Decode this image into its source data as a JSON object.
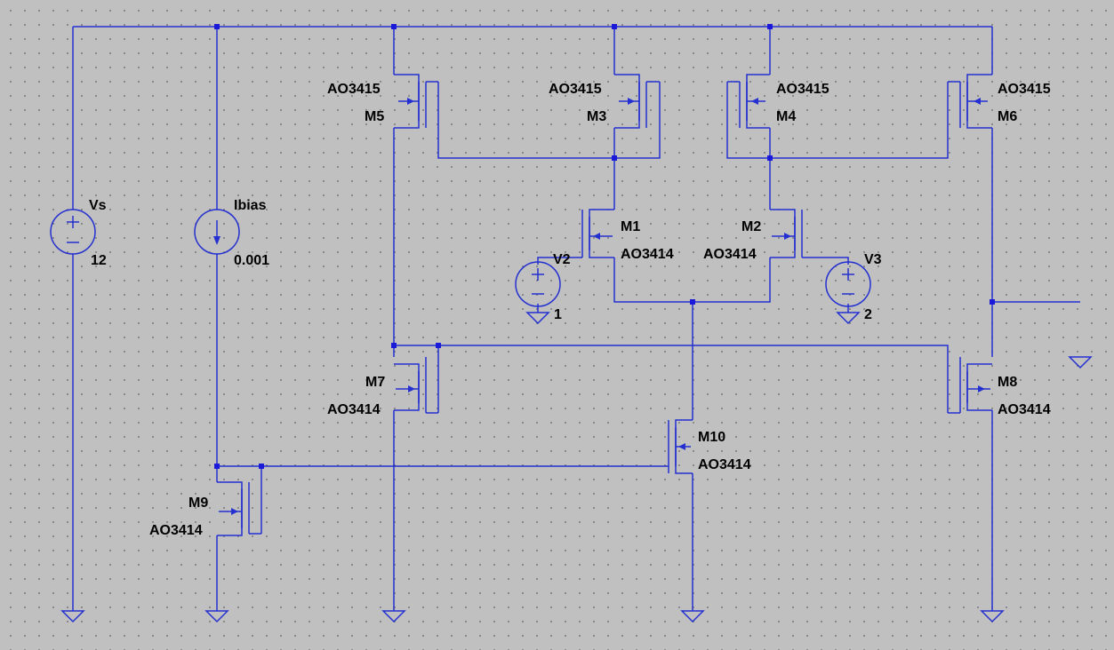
{
  "colors": {
    "background": "#c0c0c0",
    "wire": "#2430d0",
    "junction": "#1a1ad8",
    "text": "#000000"
  },
  "sources": {
    "vs": {
      "name": "Vs",
      "value": "12"
    },
    "ibias": {
      "name": "Ibias",
      "value": "0.001"
    },
    "v2": {
      "name": "V2",
      "value": "1"
    },
    "v3": {
      "name": "V3",
      "value": "2"
    }
  },
  "transistors": {
    "m1": {
      "name": "M1",
      "part": "AO3414"
    },
    "m2": {
      "name": "M2",
      "part": "AO3414"
    },
    "m3": {
      "name": "M3",
      "part": "AO3415"
    },
    "m4": {
      "name": "M4",
      "part": "AO3415"
    },
    "m5": {
      "name": "M5",
      "part": "AO3415"
    },
    "m6": {
      "name": "M6",
      "part": "AO3415"
    },
    "m7": {
      "name": "M7",
      "part": "AO3414"
    },
    "m8": {
      "name": "M8",
      "part": "AO3414"
    },
    "m9": {
      "name": "M9",
      "part": "AO3414"
    },
    "m10": {
      "name": "M10",
      "part": "AO3414"
    }
  },
  "icons": [
    "ground-icon",
    "voltage-source-icon",
    "current-source-icon",
    "nmos-icon",
    "pmos-icon",
    "junction-dot"
  ]
}
